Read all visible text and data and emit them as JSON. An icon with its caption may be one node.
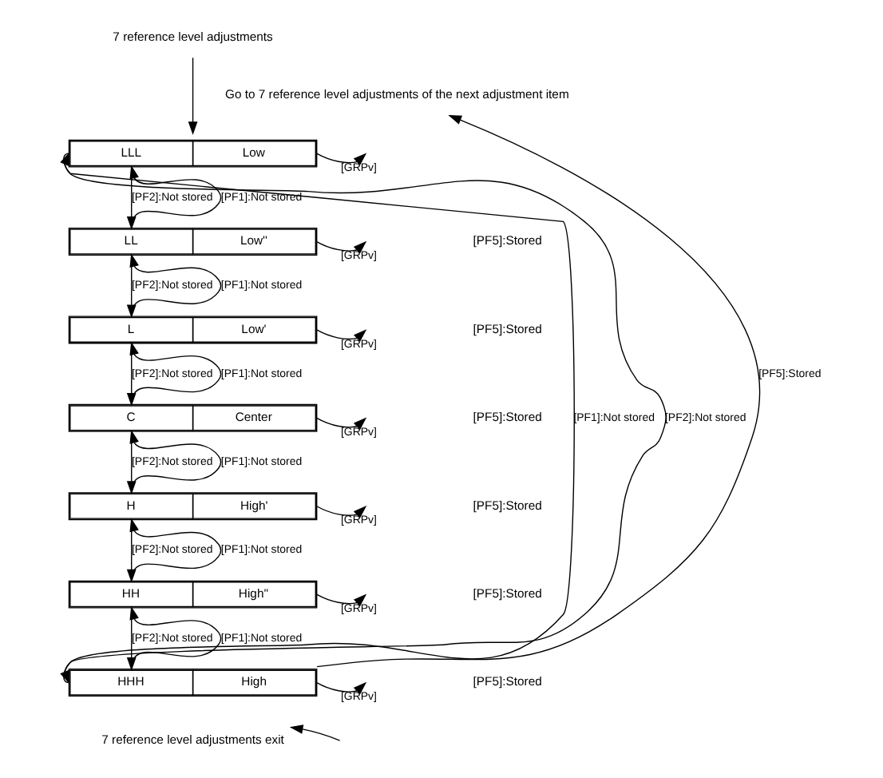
{
  "diagram": {
    "nodes": [
      {
        "text": [
          "7 reference level adjustments"
        ]
      },
      {
        "text": [
          "LLL",
          "Low"
        ]
      },
      {
        "text": [
          "LL",
          "Low''"
        ]
      },
      {
        "text": [
          "L",
          "Low'"
        ]
      },
      {
        "text": [
          "C",
          "Center"
        ]
      },
      {
        "text": [
          "H",
          "High'"
        ]
      },
      {
        "text": [
          "HH",
          "High''"
        ]
      },
      {
        "text": [
          "HHH",
          "High"
        ]
      },
      {
        "text": [
          "7 reference level adjustments exit"
        ]
      },
      {
        "text": [
          "Go to 7 reference level adjustments of the next adjustment item"
        ]
      }
    ],
    "edges": [
      {
        "from": 0,
        "to": 1,
        "arrow": "to"
      },
      {
        "from": 1,
        "to": 7,
        "arrow": "to",
        "label": "[PF1]:Not stored"
      },
      {
        "from": 2,
        "to": 1,
        "arrow": "to",
        "label": "[PF1]:Not stored"
      },
      {
        "from": 1,
        "to": 2,
        "arrow": "to",
        "label": "[PF2]:Not stored"
      },
      {
        "from": 3,
        "to": 2,
        "arrow": "to",
        "label": "[PF1]:Not stored"
      },
      {
        "from": 2,
        "to": 3,
        "arrow": "to",
        "label": "[PF2]:Not stored"
      },
      {
        "from": 4,
        "to": 3,
        "arrow": "to",
        "label": "[PF1]:Not stored"
      },
      {
        "from": 3,
        "to": 4,
        "arrow": "to",
        "label": "[PF2]:Not stored"
      },
      {
        "from": 5,
        "to": 4,
        "arrow": "to",
        "label": "[PF1]:Not stored"
      },
      {
        "from": 4,
        "to": 5,
        "arrow": "to",
        "label": "[PF2]:Not stored"
      },
      {
        "from": 6,
        "to": 5,
        "arrow": "to",
        "label": "[PF1]:Not stored"
      },
      {
        "from": 5,
        "to": 6,
        "arrow": "to",
        "label": "[PF2]:Not stored"
      },
      {
        "from": 7,
        "to": 6,
        "arrow": "to",
        "label": "[PF1]:Not stored"
      },
      {
        "from": 6,
        "to": 7,
        "arrow": "to",
        "label": "[PF2]:Not stored"
      },
      {
        "from": 7,
        "to": 1,
        "arrow": "to",
        "label": "[PF2]:Not stored"
      },
      {
        "from": 1,
        "to": null,
        "arrow": "to",
        "label": "[GRPv]"
      },
      {
        "from": 2,
        "to": null,
        "arrow": "to",
        "label": "[GRPv]"
      },
      {
        "from": 3,
        "to": null,
        "arrow": "to",
        "label": "[GRPv]"
      },
      {
        "from": 4,
        "to": null,
        "arrow": "to",
        "label": "[GRPv]"
      },
      {
        "from": 5,
        "to": null,
        "arrow": "to",
        "label": "[GRPv]"
      },
      {
        "from": 6,
        "to": null,
        "arrow": "to",
        "label": "[GRPv]"
      },
      {
        "from": 7,
        "to": null,
        "arrow": "to",
        "label": "[GRPv]"
      },
      {
        "from": null,
        "to": 8,
        "arrow": "to"
      },
      {
        "from": 7,
        "to": 9,
        "arrow": "to",
        "label": "[PF5]:Stored"
      }
    ],
    "labels": [
      "[PF5]:Stored",
      "[PF5]:Stored",
      "[PF5]:Stored",
      "[PF5]:Stored",
      "[PF5]:Stored",
      "[PF5]:Stored"
    ]
  }
}
